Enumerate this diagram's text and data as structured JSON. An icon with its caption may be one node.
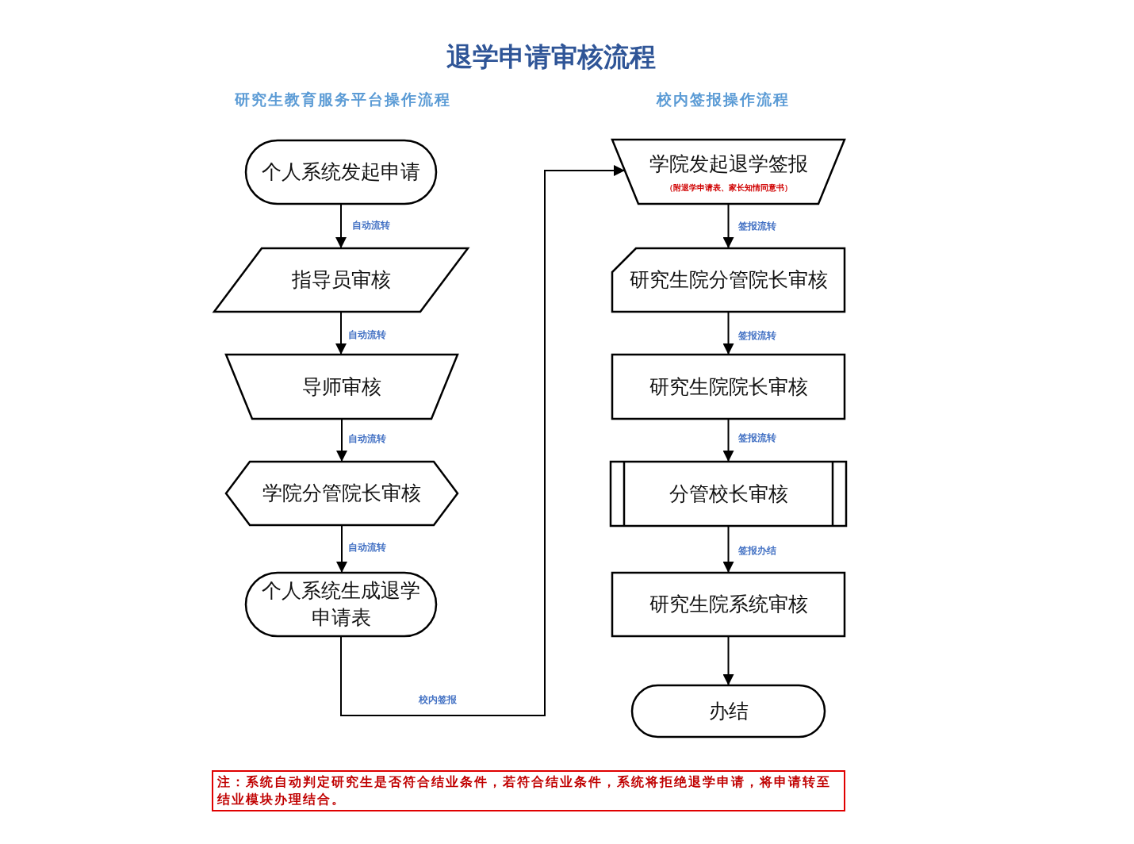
{
  "diagram": {
    "title": "退学申请审核流程",
    "nodes": [
      {
        "text": [
          "个人系统发起申请"
        ]
      },
      {
        "text": [
          "指导员审核"
        ]
      },
      {
        "text": [
          "导师审核"
        ]
      },
      {
        "text": [
          "学院分管院长审核"
        ]
      },
      {
        "text": [
          "个人系统生成退学申请表"
        ]
      },
      {
        "text": [
          "学院发起退学签报",
          "（附退学申请表、家长知情同意书）"
        ]
      },
      {
        "text": [
          "研究生院分管院长审核"
        ]
      },
      {
        "text": [
          "研究生院院长审核"
        ]
      },
      {
        "text": [
          "分管校长审核"
        ]
      },
      {
        "text": [
          "研究生院系统审核"
        ]
      },
      {
        "text": [
          "办结"
        ]
      },
      {
        "text": [
          "注：系统自动判定研究生是否符合结业条件，若符合结业条件，系统将拒绝退学申请，将申请转至结业模块办理结合。"
        ]
      }
    ],
    "edges": [
      {
        "from": 0,
        "to": 1,
        "arrow": "to",
        "label": "自动流转"
      },
      {
        "from": 1,
        "to": 2,
        "arrow": "to",
        "label": "自动流转"
      },
      {
        "from": 2,
        "to": 3,
        "arrow": "to",
        "label": "自动流转"
      },
      {
        "from": 3,
        "to": 4,
        "arrow": "to",
        "label": "自动流转"
      },
      {
        "from": 4,
        "to": 5,
        "arrow": "to",
        "label": "校内签报"
      },
      {
        "from": 5,
        "to": 6,
        "arrow": "to",
        "label": "签报流转"
      },
      {
        "from": 6,
        "to": 7,
        "arrow": "to",
        "label": "签报流转"
      },
      {
        "from": 7,
        "to": 8,
        "arrow": "to",
        "label": "签报流转"
      },
      {
        "from": 8,
        "to": 9,
        "arrow": "to",
        "label": "签报办结"
      },
      {
        "from": 9,
        "to": 10,
        "arrow": "to"
      }
    ],
    "labels": [
      "研究生教育服务平台操作流程",
      "校内签报操作流程"
    ]
  }
}
